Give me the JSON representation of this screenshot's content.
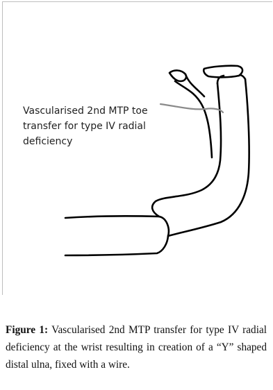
{
  "figure": {
    "annotation_label": "Vascularised 2nd MTP toe\ntransfer for type IV radial\ndeficiency"
  },
  "caption": {
    "label": "Figure 1:",
    "text": " Vascularised 2nd MTP transfer for type IV radial deficiency at the wrist resulting in creation of a “Y” shaped distal ulna, fixed with a wire."
  }
}
